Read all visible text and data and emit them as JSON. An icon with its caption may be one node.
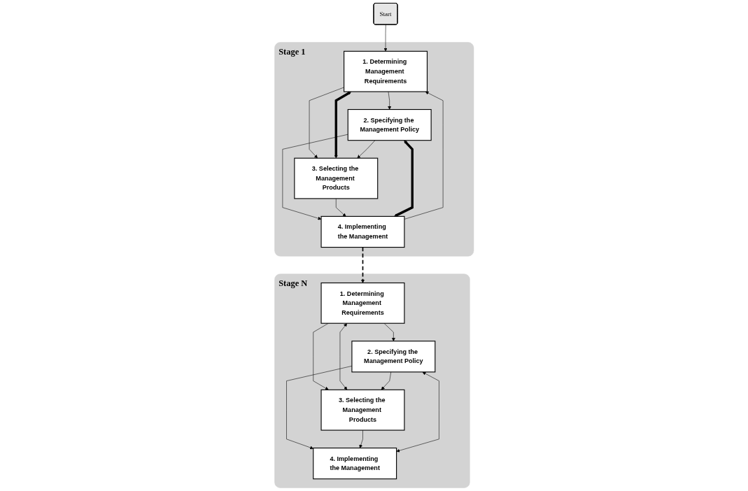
{
  "diagram": {
    "nodes": [
      {
        "text": [
          "Start"
        ]
      },
      {
        "text": [
          "Stage 1"
        ]
      },
      {
        "text": [
          "1. Determining Management Requirements"
        ],
        "in": 1
      },
      {
        "text": [
          "2. Specifying the Management Policy"
        ],
        "in": 1
      },
      {
        "text": [
          "3. Selecting the Management Products"
        ],
        "in": 1
      },
      {
        "text": [
          "4. Implementing the Management"
        ],
        "in": 1
      },
      {
        "text": [
          "Stage N"
        ]
      },
      {
        "text": [
          "1. Determining Management Requirements"
        ],
        "in": 6
      },
      {
        "text": [
          "2. Specifying the Management Policy"
        ],
        "in": 6
      },
      {
        "text": [
          "3. Selecting the Management Products"
        ],
        "in": 6
      },
      {
        "text": [
          "4. Implementing the Management"
        ],
        "in": 6
      }
    ],
    "edges": [
      {
        "from": 0,
        "to": 2,
        "arrow": "to"
      },
      {
        "from": 5,
        "to": 2,
        "arrow": "to"
      },
      {
        "from": 2,
        "to": 3,
        "arrow": "to"
      },
      {
        "from": 2,
        "to": 4,
        "arrow": "to"
      },
      {
        "from": 2,
        "to": 4,
        "arrow": "both",
        "style": "thick"
      },
      {
        "from": 3,
        "to": 4,
        "arrow": "to"
      },
      {
        "from": 3,
        "to": 5,
        "arrow": "to"
      },
      {
        "from": 4,
        "to": 5,
        "arrow": "to"
      },
      {
        "from": 3,
        "to": 5,
        "arrow": "both",
        "style": "thick"
      },
      {
        "from": 5,
        "to": 7,
        "arrow": "to",
        "style": "dashed"
      },
      {
        "from": 7,
        "to": 8,
        "arrow": "to"
      },
      {
        "from": 7,
        "to": 9,
        "arrow": "to"
      },
      {
        "from": 7,
        "to": 9,
        "arrow": "both"
      },
      {
        "from": 8,
        "to": 9,
        "arrow": "to"
      },
      {
        "from": 8,
        "to": 10,
        "arrow": "to"
      },
      {
        "from": 9,
        "to": 10,
        "arrow": "to"
      },
      {
        "from": 8,
        "to": 10,
        "arrow": "both"
      }
    ]
  }
}
